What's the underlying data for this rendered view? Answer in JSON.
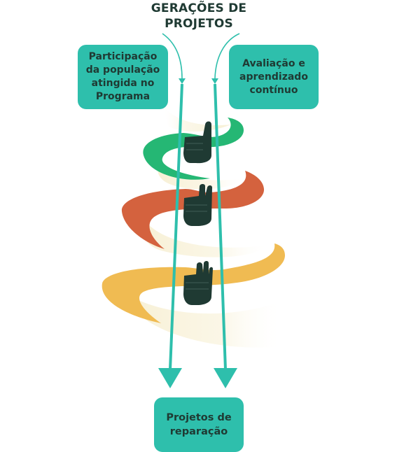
{
  "title": {
    "line1": "GERAÇÕES DE",
    "line2": "PROJETOS"
  },
  "boxes": {
    "left": {
      "lines": [
        "Participação",
        "da população",
        "atingida no",
        "Programa"
      ]
    },
    "right": {
      "lines": [
        "Avaliação e",
        "aprendizado",
        "contínuo"
      ]
    },
    "bottom": {
      "lines": [
        "Projetos de",
        "reparação"
      ]
    }
  },
  "colors": {
    "teal": "#2ebfac",
    "dark": "#1f3a33",
    "green": "#25b774",
    "orange": "#d4623e",
    "yellow": "#f0bb52",
    "cream": "#f7efd3"
  },
  "icons": {
    "hand_top": "one-finger-hand-icon",
    "hand_middle": "two-fingers-hand-icon",
    "hand_bottom": "three-fingers-hand-icon"
  }
}
